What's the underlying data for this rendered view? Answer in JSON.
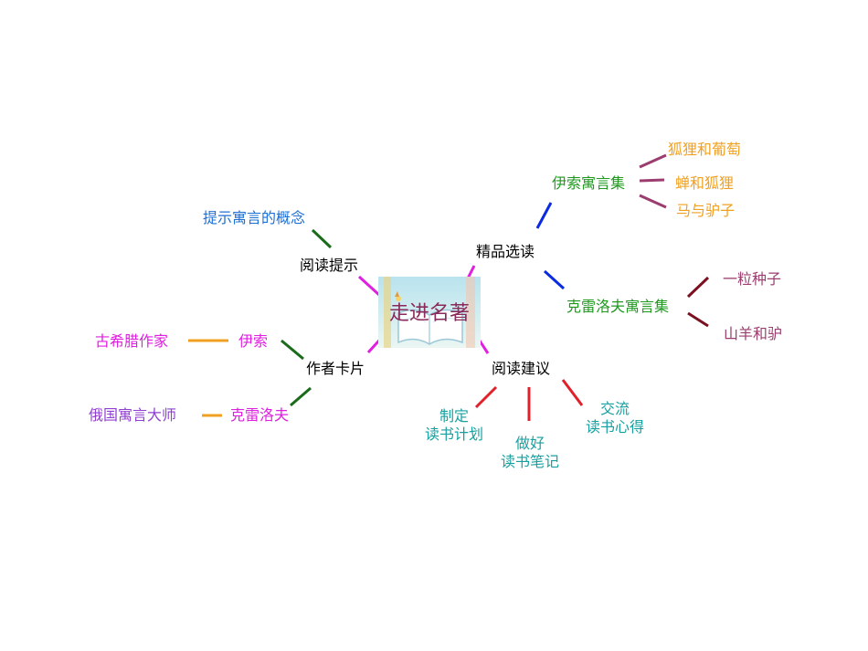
{
  "center": {
    "title": "走进名著"
  },
  "branches": {
    "hint": {
      "label": "阅读提示",
      "child": "提示寓言的概念"
    },
    "selected": {
      "label": "精品选读",
      "aesop": {
        "label": "伊索寓言集",
        "items": [
          "狐狸和葡萄",
          "蝉和狐狸",
          "马与驴子"
        ]
      },
      "krylov": {
        "label": "克雷洛夫寓言集",
        "items": [
          "一粒种子",
          "山羊和驴"
        ]
      }
    },
    "author": {
      "label": "作者卡片",
      "cards": [
        {
          "name": "伊索",
          "desc": "古希腊作家"
        },
        {
          "name": "克雷洛夫",
          "desc": "俄国寓言大师"
        }
      ]
    },
    "advice": {
      "label": "阅读建议",
      "items": [
        {
          "line1": "制定",
          "line2": "读书计划"
        },
        {
          "line1": "做好",
          "line2": "读书笔记"
        },
        {
          "line1": "交流",
          "line2": "读书心得"
        }
      ]
    }
  },
  "colors": {
    "magenta": "#e020e0",
    "blue": "#0a2be0",
    "darkgreen": "#1a6b1a",
    "orange": "#f0a020",
    "mauve": "#9b3d6e",
    "maroon": "#7a1020",
    "red": "#e0202a"
  }
}
